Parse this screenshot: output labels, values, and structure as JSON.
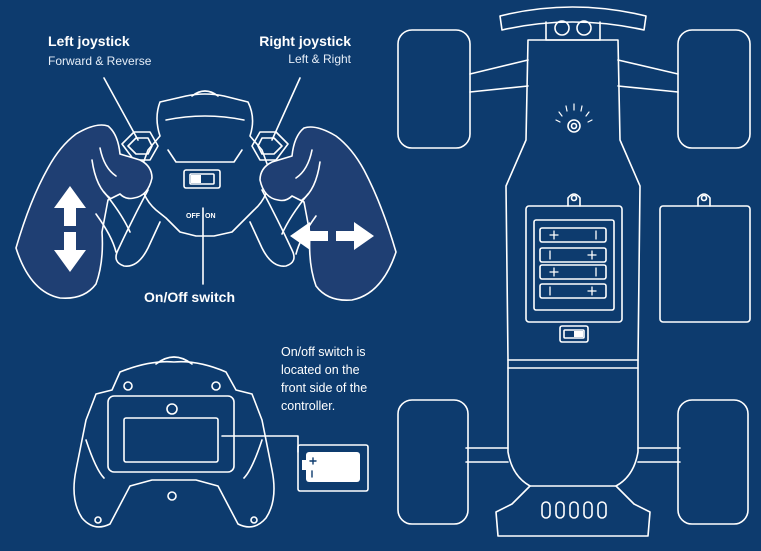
{
  "colors": {
    "background": "#0d3b6e",
    "line": "#ffffff",
    "hand": "#1f3f73"
  },
  "labels": {
    "left_joystick_title": "Left joystick",
    "left_joystick_sub": "Forward & Reverse",
    "right_joystick_title": "Right joystick",
    "right_joystick_sub": "Left & Right",
    "onoff_switch": "On/Off switch",
    "note_lines": [
      "On/off switch is",
      "located on the",
      "front side of the",
      "controller."
    ],
    "switch_off": "OFF",
    "switch_on": "ON"
  },
  "icons": [
    "arrow-up-icon",
    "arrow-down-icon",
    "arrow-left-icon",
    "arrow-right-icon",
    "battery-icon",
    "power-switch-icon",
    "light-sensor-icon"
  ]
}
